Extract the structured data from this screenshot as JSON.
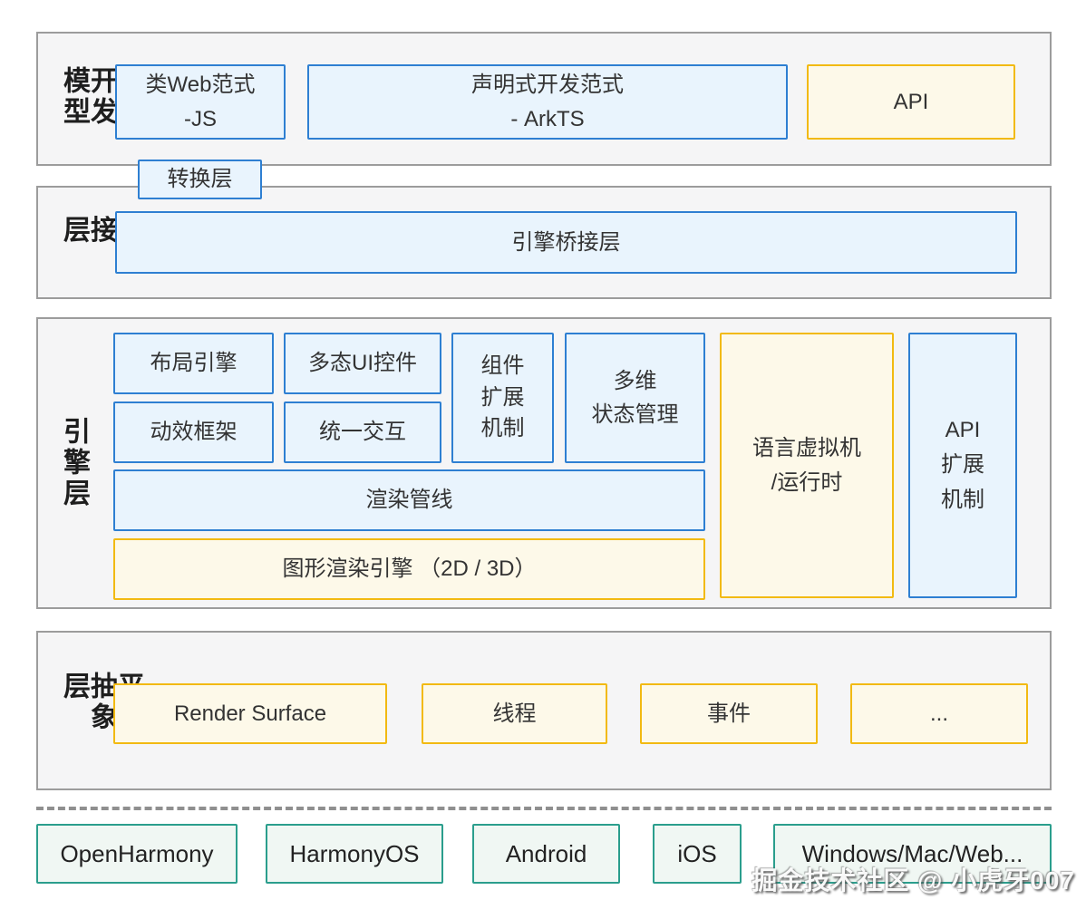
{
  "colors": {
    "section_bg": "#f5f5f6",
    "section_border": "#9c9c9c",
    "blue_border": "#2e7fd2",
    "blue_bg": "#e9f4fd",
    "yellow_border": "#f2ba12",
    "yellow_bg": "#fdf9e9",
    "teal_border": "#2b9e8d",
    "teal_bg": "#f0f7f3",
    "text": "#333333"
  },
  "layers": {
    "dev_model": {
      "label": "开发模型",
      "web_js": "类Web范式\n-JS",
      "arkts": "声明式开发范式\n- ArkTS",
      "api": "API"
    },
    "bridge": {
      "label": "桥接层",
      "conversion": "转换层",
      "engine_bridge": "引擎桥接层"
    },
    "engine": {
      "label": "引擎层",
      "layout_engine": "布局引擎",
      "ui_controls": "多态UI控件",
      "animation": "动效框架",
      "interaction": "统一交互",
      "component_ext": "组件\n扩展\n机制",
      "state_mgmt": "多维\n状态管理",
      "pipeline": "渲染管线",
      "graphics": "图形渲染引擎 （2D / 3D）",
      "vm": "语言虚拟机\n/运行时",
      "api_ext": "API\n扩展\n机制"
    },
    "platform": {
      "label": "平台抽象层",
      "render_surface": "Render Surface",
      "thread": "线程",
      "event": "事件",
      "more": "..."
    }
  },
  "platforms": [
    "OpenHarmony",
    "HarmonyOS",
    "Android",
    "iOS",
    "Windows/Mac/Web..."
  ],
  "watermark": "掘金技术社区 @ 小虎牙007"
}
